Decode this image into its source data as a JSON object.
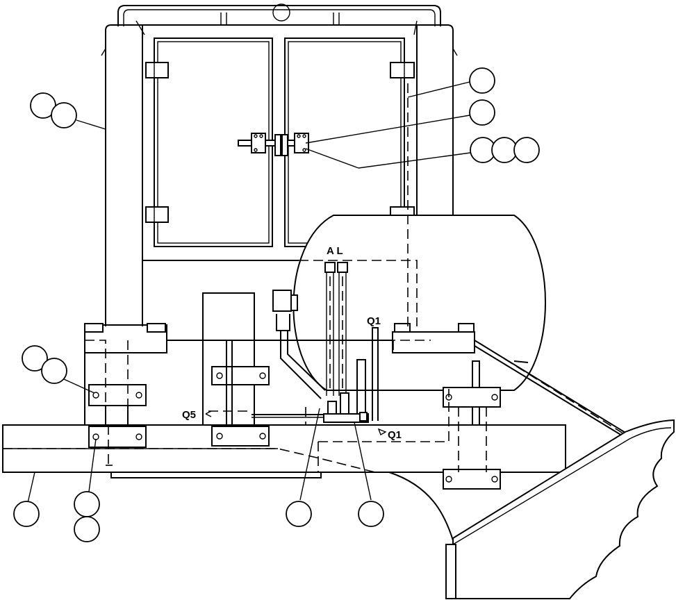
{
  "labels": {
    "al": "A L",
    "q1_top": "Q1",
    "q1_bottom": "Q1",
    "q5": "Q5"
  },
  "callouts": {
    "count": 14,
    "note": ""
  }
}
